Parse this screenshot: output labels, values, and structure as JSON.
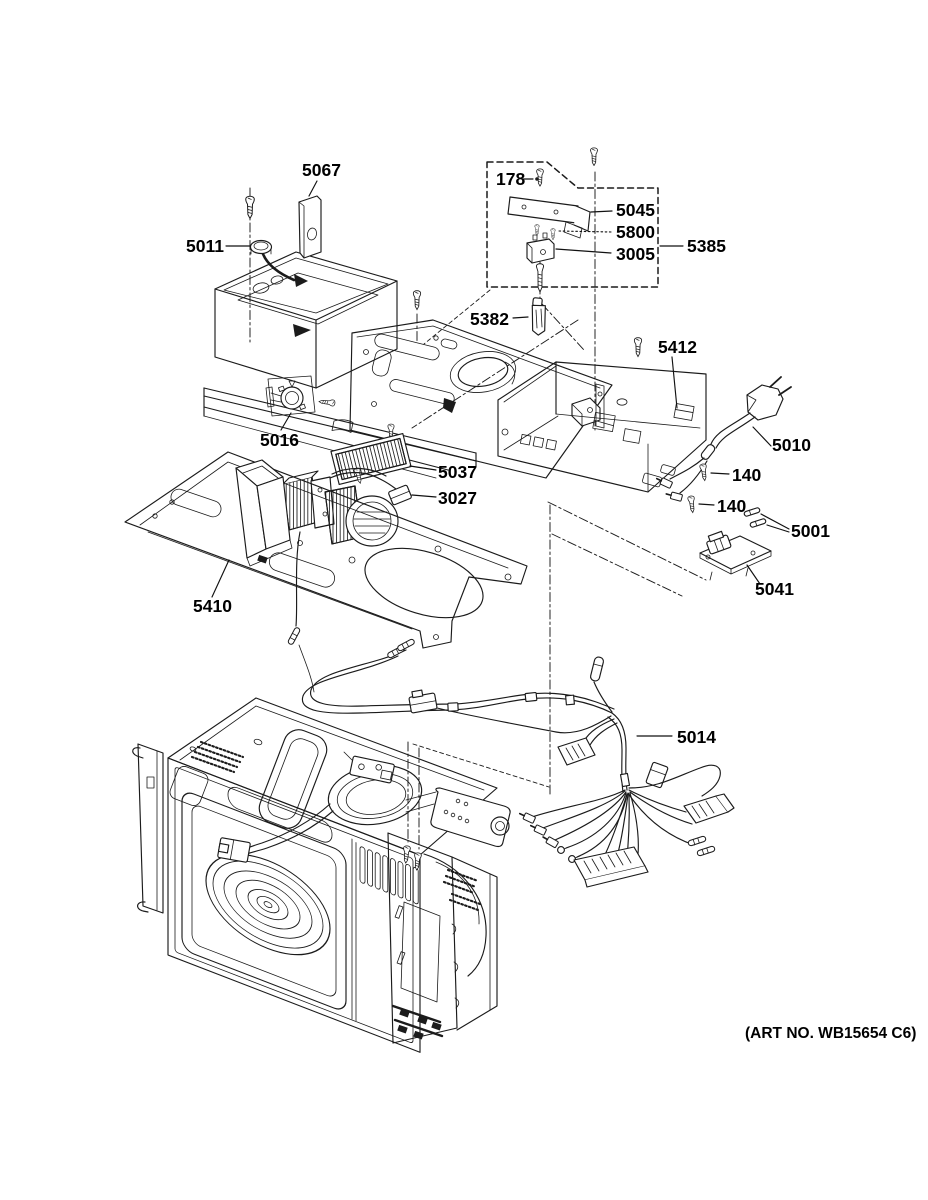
{
  "figure": {
    "kind": "exploded-parts-diagram",
    "subject": "microwave oven interior parts",
    "art_no": "(ART NO. WB15654 C6)"
  },
  "colors": {
    "ink": "#1b1b1b",
    "paper": "#ffffff"
  },
  "callouts": {
    "c5067": "5067",
    "c5011": "5011",
    "c178": "178",
    "c5045": "5045",
    "c5800": "5800",
    "c3005": "3005",
    "c5385": "5385",
    "c5382": "5382",
    "c5412": "5412",
    "c5010": "5010",
    "c140a": "140",
    "c140b": "140",
    "c5001": "5001",
    "c5041": "5041",
    "c5016": "5016",
    "c5037": "5037",
    "c3027": "3027",
    "c5410": "5410",
    "c5014": "5014"
  }
}
